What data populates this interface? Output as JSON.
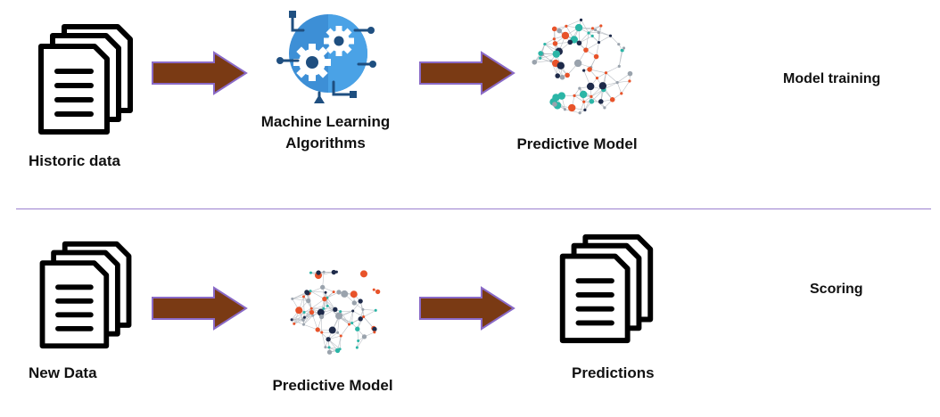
{
  "training": {
    "input_label": "Historic data",
    "algorithm_label_line1": "Machine Learning",
    "algorithm_label_line2": "Algorithms",
    "model_label": "Predictive Model",
    "stage_title": "Model training"
  },
  "scoring": {
    "input_label": "New Data",
    "model_label": "Predictive Model",
    "output_label": "Predictions",
    "stage_title": "Scoring"
  },
  "colors": {
    "arrow_fill": "#7a3a14",
    "arrow_stroke": "#8a6ac7",
    "divider": "#9b7fcf",
    "gear_blue": "#3d8fd6",
    "gear_dark": "#1f4f80",
    "node_colors": [
      "#e8532a",
      "#2bb5a6",
      "#1e2a4a",
      "#9aa3ad"
    ]
  },
  "icons": {
    "document_stack": "document-stack-icon",
    "gears": "ml-gears-icon",
    "network": "neural-network-icon"
  }
}
